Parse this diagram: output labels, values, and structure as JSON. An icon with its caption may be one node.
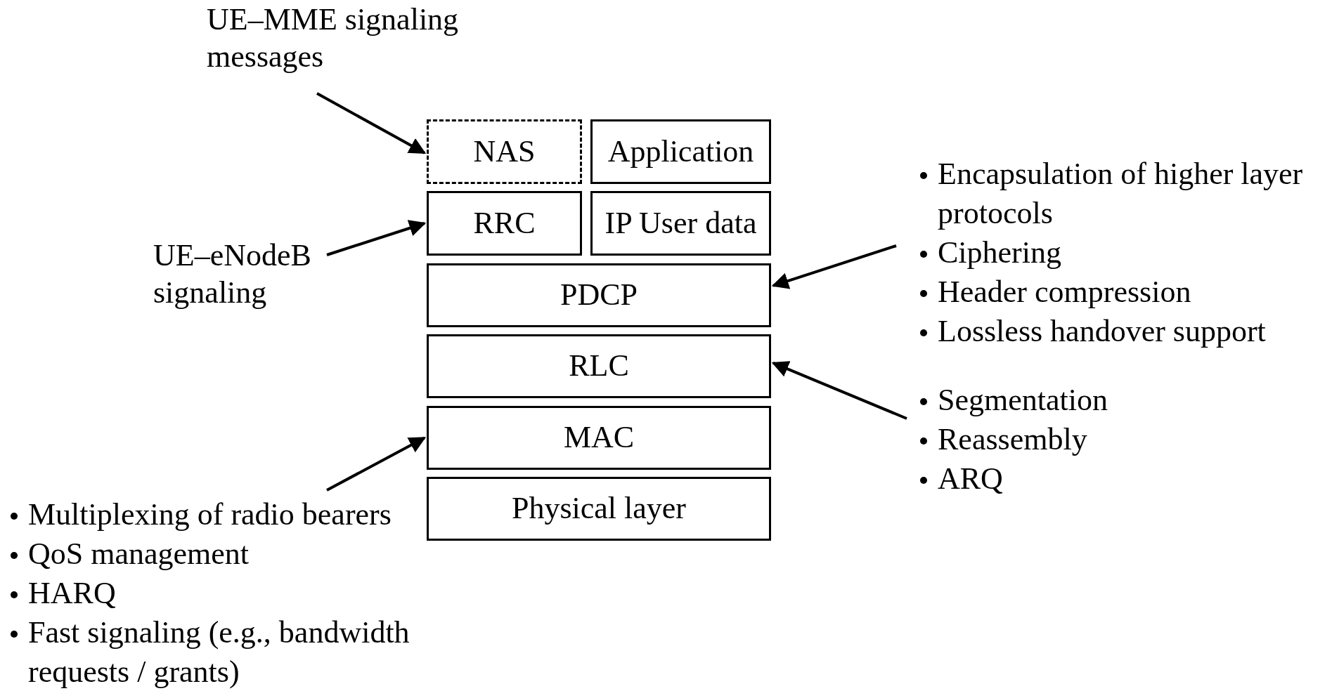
{
  "diagram": {
    "nodes": [
      {
        "text": [
          "UE–MME signaling messages"
        ]
      },
      {
        "text": [
          "NAS"
        ]
      },
      {
        "text": [
          "Application"
        ]
      },
      {
        "text": [
          "Encapsulation of higher layer protocols",
          "Ciphering",
          "Header compression",
          "Lossless handover support"
        ]
      },
      {
        "text": [
          "RRC"
        ]
      },
      {
        "text": [
          "IP User data"
        ]
      },
      {
        "text": [
          "UE–eNodeB signaling"
        ]
      },
      {
        "text": [
          "PDCP"
        ]
      },
      {
        "text": [
          "RLC"
        ]
      },
      {
        "text": [
          "Segmentation",
          "Reassembly",
          "ARQ"
        ]
      },
      {
        "text": [
          "MAC"
        ]
      },
      {
        "text": [
          "Physical layer"
        ]
      },
      {
        "text": [
          "Multiplexing of radio bearers",
          "QoS management",
          "HARQ",
          "Fast signaling (e.g., bandwidth requests / grants)"
        ]
      }
    ],
    "edges": [
      {
        "from": 0,
        "to": 1,
        "arrow": "to"
      },
      {
        "from": 6,
        "to": 4,
        "arrow": "to"
      },
      {
        "from": 3,
        "to": 7,
        "arrow": "to"
      },
      {
        "from": 9,
        "to": 8,
        "arrow": "to"
      },
      {
        "from": 12,
        "to": 10,
        "arrow": "to"
      }
    ]
  }
}
